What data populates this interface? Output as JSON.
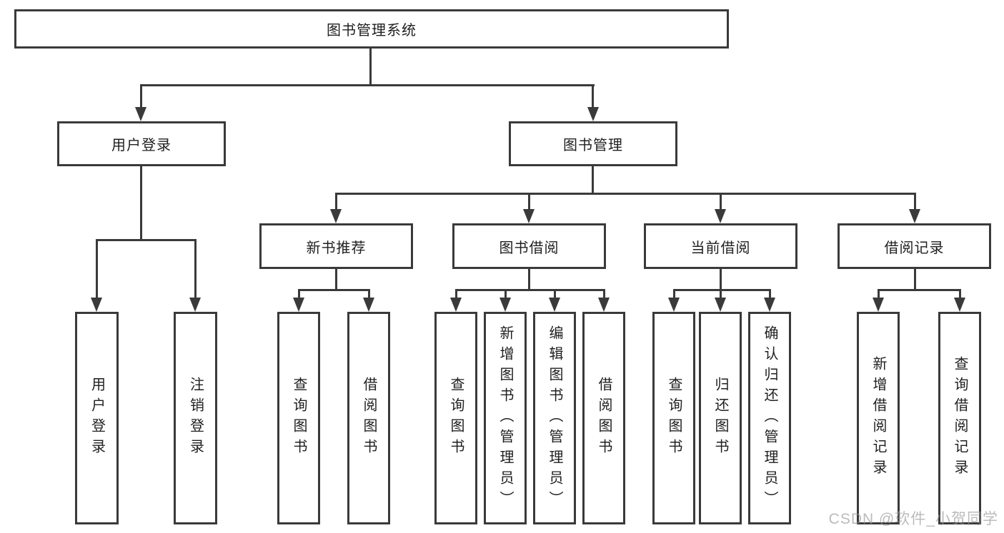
{
  "root": {
    "label": "图书管理系统"
  },
  "level2": {
    "user": {
      "label": "用户登录"
    },
    "mgmt": {
      "label": "图书管理"
    }
  },
  "level3": {
    "rec": {
      "label": "新书推荐"
    },
    "borrow": {
      "label": "图书借阅"
    },
    "current": {
      "label": "当前借阅"
    },
    "records": {
      "label": "借阅记录"
    }
  },
  "leaves": {
    "user_login": "用户登录",
    "logout": "注销登录",
    "rec_query": "查询图书",
    "rec_borrow": "借阅图书",
    "borrow_query": "查询图书",
    "borrow_add": "新增图书（管理员）",
    "borrow_edit": "编辑图书（管理员）",
    "borrow_borrow": "借阅图书",
    "current_query": "查询图书",
    "current_return": "归还图书",
    "current_confirm": "确认归还（管理员）",
    "records_add": "新增借阅记录",
    "records_query": "查询借阅记录"
  },
  "watermark": "CSDN @软件_小贺同学",
  "colors": {
    "line": "#3a3a3a",
    "background": "#ffffff",
    "watermark": "#969696"
  }
}
